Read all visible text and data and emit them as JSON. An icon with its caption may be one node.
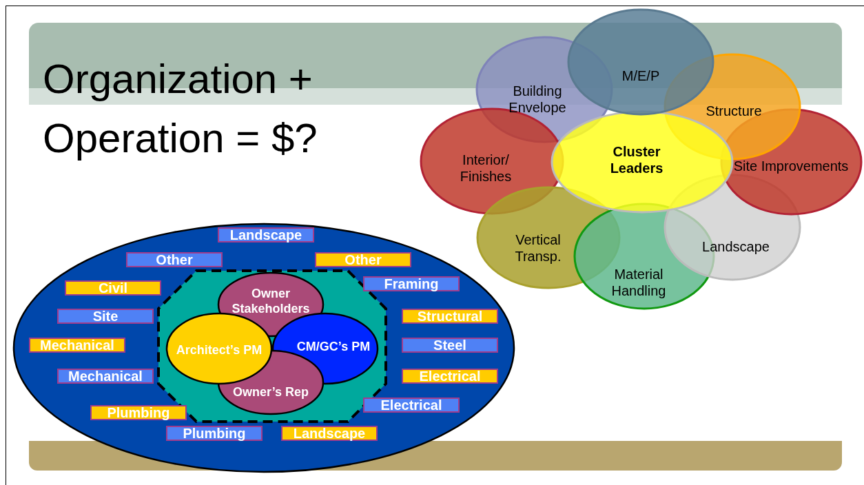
{
  "diagram": {
    "title": "Organization + Operation = $?",
    "nodes": [
      {
        "text": [],
        "shape": "ellipse"
      },
      {
        "text": [],
        "shape": "octagon",
        "in": 0
      },
      {
        "text": [
          "Owner Stakeholders"
        ],
        "in": 1
      },
      {
        "text": [
          "Architect’s PM"
        ],
        "in": 1
      },
      {
        "text": [
          "CM/GC’s PM"
        ],
        "in": 1
      },
      {
        "text": [
          "Owner’s Rep"
        ],
        "in": 1
      },
      {
        "text": [
          "Landscape"
        ],
        "in": 0
      },
      {
        "text": [
          "Other"
        ],
        "in": 0
      },
      {
        "text": [
          "Other"
        ],
        "in": 0
      },
      {
        "text": [
          "Civil"
        ],
        "in": 0
      },
      {
        "text": [
          "Framing"
        ],
        "in": 0
      },
      {
        "text": [
          "Site"
        ],
        "in": 0
      },
      {
        "text": [
          "Structural"
        ],
        "in": 0
      },
      {
        "text": [
          "Mechanical"
        ],
        "in": 0
      },
      {
        "text": [
          "Steel"
        ],
        "in": 0
      },
      {
        "text": [
          "Mechanical"
        ],
        "in": 0
      },
      {
        "text": [
          "Electrical"
        ],
        "in": 0
      },
      {
        "text": [
          "Plumbing"
        ],
        "in": 0
      },
      {
        "text": [
          "Electrical"
        ],
        "in": 0
      },
      {
        "text": [
          "Plumbing"
        ],
        "in": 0
      },
      {
        "text": [
          "Landscape"
        ],
        "in": 0
      },
      {
        "text": [
          "M/E/P"
        ]
      },
      {
        "text": [
          "Building Envelope"
        ]
      },
      {
        "text": [
          "Structure"
        ]
      },
      {
        "text": [
          "Interior/ Finishes"
        ]
      },
      {
        "text": [
          "Cluster Leaders"
        ]
      },
      {
        "text": [
          "Site Improvements"
        ]
      },
      {
        "text": [
          "Vertical Transp."
        ]
      },
      {
        "text": [
          "Landscape"
        ]
      },
      {
        "text": [
          "Material Handling"
        ]
      }
    ]
  }
}
